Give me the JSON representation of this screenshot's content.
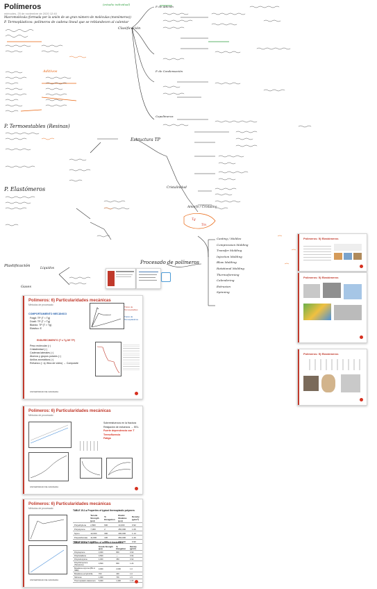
{
  "header": {
    "title": "Polímeros",
    "meta": "miércoles, 25 de noviembre de 2020   12:40"
  },
  "notes": {
    "heading_green": "(estudio individual)",
    "intro": "Macromolécula (formada por la unión de un gran número de moléculas (monómeros))",
    "termoplasticos": "P. Termoplásticos: polímeros de cadena lineal que se reblandecen al calentar",
    "termoestables": "P. Termoestables (Resinas)",
    "elastomeros": "P. Elastómeros",
    "clasificacion": "Clasificación",
    "estructura": "Estructura TP",
    "procesado_label": "Procesado de polímeros",
    "plastificacion": "Plastificación",
    "liquidos": "Líquidos",
    "gases": "Gases",
    "aditivos": "Aditivos",
    "procesos": [
      "Casting / Moldeo",
      "Compression Molding",
      "Transfer Molding",
      "Injection Molding",
      "Blow Molding",
      "Rotational Molding",
      "Thermoforming",
      "Calendering",
      "Extrusion",
      "Spinning"
    ],
    "tipos": [
      "P. de Adición",
      "P. de Condensación",
      "Copolímeros"
    ],
    "cristalinidad": "Cristalinidad",
    "amorfo": "Amorfo / Cristalino",
    "tg_label": "Tg",
    "tm_label": "Tm"
  },
  "slides": {
    "common": {
      "university": "UNIVERSIDAD DE GRANADA",
      "subtitle": "Métodos de procesado"
    },
    "small": [
      {
        "title": "Polímeros: 5) Elastómeros"
      },
      {
        "title": "Polímeros: 5) Elastómeros"
      },
      {
        "title": "Polímeros: 5) Elastómeros"
      }
    ],
    "mech1": {
      "title": "Polímeros: 6) Particularidades mecánicas",
      "section": "COMPORTAMIENTO MECÁNICO",
      "bullets": [
        "Frágil: TP (T < Tg)",
        "Dúctil: TP (T > Tg)",
        "Blando: TP (T > Tg)",
        "Elástico: E"
      ],
      "section2": "ENDURECIMIENTO (T ≤ Tg DE TP)",
      "bullets2": [
        "Peso molecular (↑)",
        "Cristalinidad (↑)",
        "Cadenas laterales (↑)",
        "Átomos y grupos polares (↑)",
        "Anillos aromáticos (↑)",
        "Refuerzo (↑ ej. fibra de vidrio) → Composite"
      ],
      "tag1": "Típico de Termoestables",
      "tag2": "Típico de Termoplásticos"
    },
    "mech2": {
      "title": "Polímeros: 6) Particularidades mecánicas",
      "bullets": [
        "Sobreesfuerzos en la fractura",
        "Relajación de esfuerzos → EEL",
        "Fuerte dependencia con T",
        "Termofluencia",
        "Fatiga"
      ]
    },
    "mech3": {
      "title": "Polímeros: 6) Particularidades mecánicas",
      "table1_caption": "TABLE 15-1 ■ Properties of typical thermoplastic polymers",
      "table1_headers": [
        "",
        "Tensile Strength (psi)",
        "% Elongation",
        "Elastic Modulus (psi)",
        "Density (g/cm³)"
      ],
      "table1_rows": [
        [
          "Polyethylene",
          "2,800",
          "600",
          "14,000",
          "0.92"
        ],
        [
          "Polystyrene",
          "7,000",
          "2",
          "450,000",
          "1.06"
        ],
        [
          "Nylon",
          "12,000",
          "300",
          "400,000",
          "1.14"
        ],
        [
          "Polycarbonate",
          "11,000",
          "130",
          "350,000",
          "1.20"
        ],
        [
          "Polypropylene",
          "6,000",
          "700",
          "200,000",
          "0.90"
        ]
      ],
      "table2_caption": "TABLE 15-6 ■ Properties of selected elastomers",
      "table2_headers": [
        "",
        "Tensile Strength (psi)",
        "% Elongation",
        "Density (g/cm³)"
      ],
      "table2_rows": [
        [
          "Polyisoprene",
          "3,000",
          "800",
          "0.93"
        ],
        [
          "Polybutadiene",
          "3,500",
          "—",
          "0.94"
        ],
        [
          "Polyisobutylene",
          "4,000",
          "350",
          "0.92"
        ],
        [
          "Polychloroprene (Neoprene)",
          "3,500",
          "800",
          "1.24"
        ],
        [
          "Butadiene-styrene (BS or SBR)",
          "3,000",
          "2,000",
          "1.0"
        ],
        [
          "Butadiene-acrylonitrile",
          "700",
          "400",
          "1.0"
        ],
        [
          "Silicones",
          "1,000",
          "700",
          "1.5"
        ],
        [
          "Thermoplastic elastomers",
          "5,000",
          "1,300",
          "1.06"
        ]
      ]
    }
  }
}
